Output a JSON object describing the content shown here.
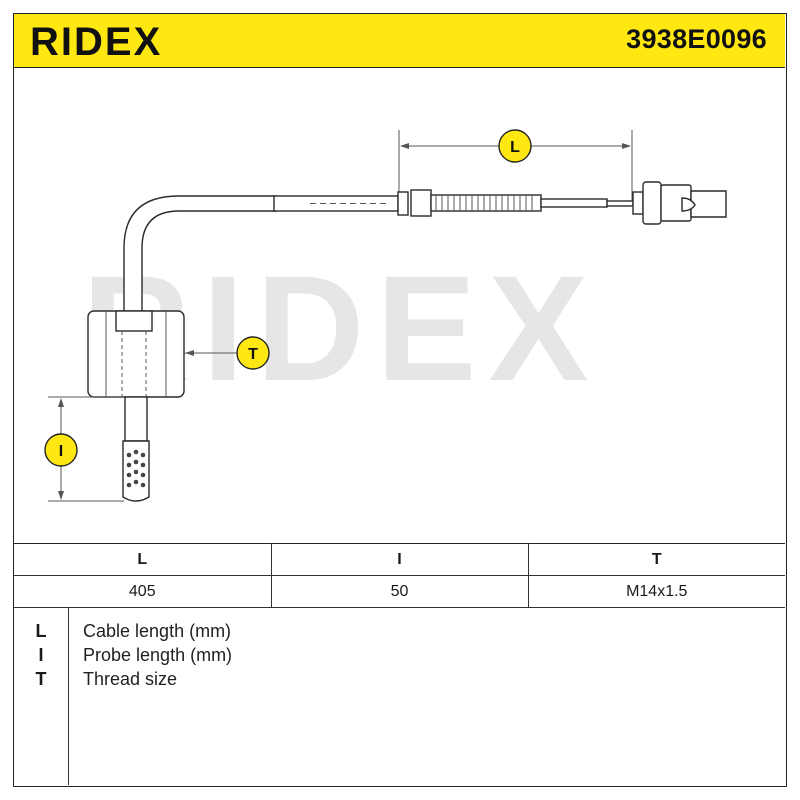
{
  "header": {
    "brand": "RIDEX",
    "part_number": "3938E0096",
    "background_color": "#ffe711"
  },
  "drawing": {
    "watermark": "RIDEX",
    "dimension_labels": {
      "cable": "L",
      "thread": "T",
      "probe": "I"
    }
  },
  "spec_table": {
    "columns": [
      "L",
      "I",
      "T"
    ],
    "values": [
      "405",
      "50",
      "M14x1.5"
    ]
  },
  "legend": [
    {
      "key": "L",
      "description": "Cable length (mm)"
    },
    {
      "key": "I",
      "description": "Probe length (mm)"
    },
    {
      "key": "T",
      "description": "Thread size"
    }
  ]
}
